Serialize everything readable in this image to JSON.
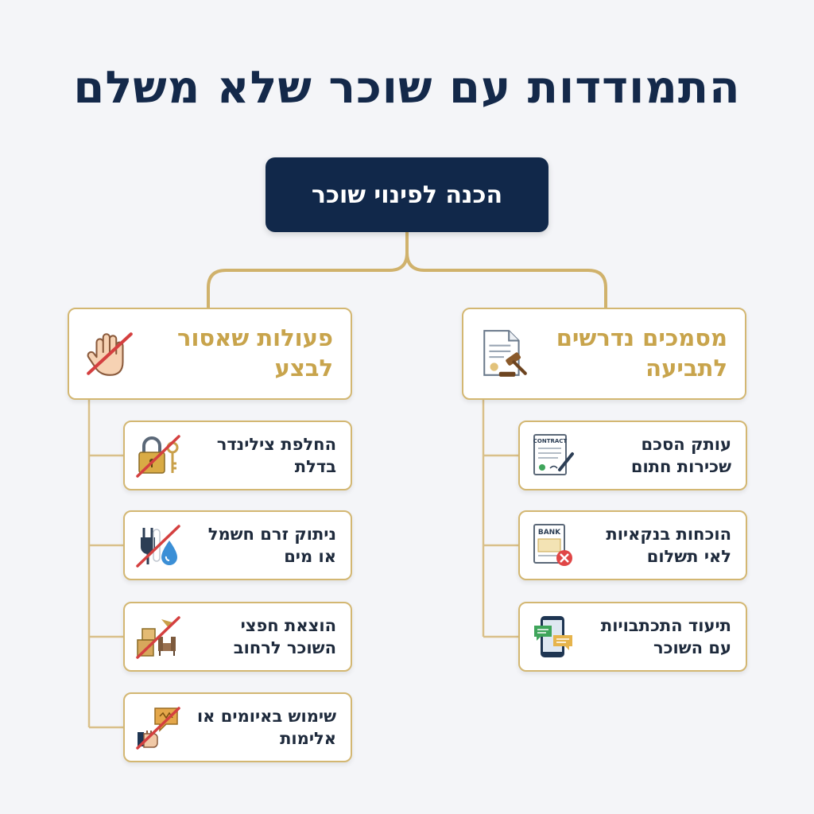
{
  "title": "התמודדות עם שוכר שלא משלם",
  "root": {
    "label": "הכנה לפינוי שוכר"
  },
  "colors": {
    "navy": "#11284a",
    "gold": "#c8a44c",
    "border": "#d3b772",
    "background": "#f4f5f8"
  },
  "branches": [
    {
      "label": "מסמכים נדרשים לתביעה",
      "icon": "document-gavel-icon",
      "items": [
        {
          "label": "עותק הסכם שכירות חתום",
          "icon": "signed-contract-icon",
          "icon_text": "CONTRACT"
        },
        {
          "label": "הוכחות בנקאיות לאי תשלום",
          "icon": "bank-statement-rejected-icon",
          "icon_text": "BANK"
        },
        {
          "label": "תיעוד התכתבויות עם השוכר",
          "icon": "phone-chat-icon"
        }
      ]
    },
    {
      "label": "פעולות שאסור לבצע",
      "icon": "forbidden-hand-icon",
      "items": [
        {
          "label": "החלפת צילינדר בדלת",
          "icon": "lock-key-forbidden-icon"
        },
        {
          "label": "ניתוק זרם חשמל או מים",
          "icon": "plug-water-forbidden-icon"
        },
        {
          "label": "הוצאת חפצי השוכר לרחוב",
          "icon": "furniture-forbidden-icon"
        },
        {
          "label": "שימוש באיומים או אלימות",
          "icon": "threat-forbidden-icon"
        }
      ]
    }
  ]
}
